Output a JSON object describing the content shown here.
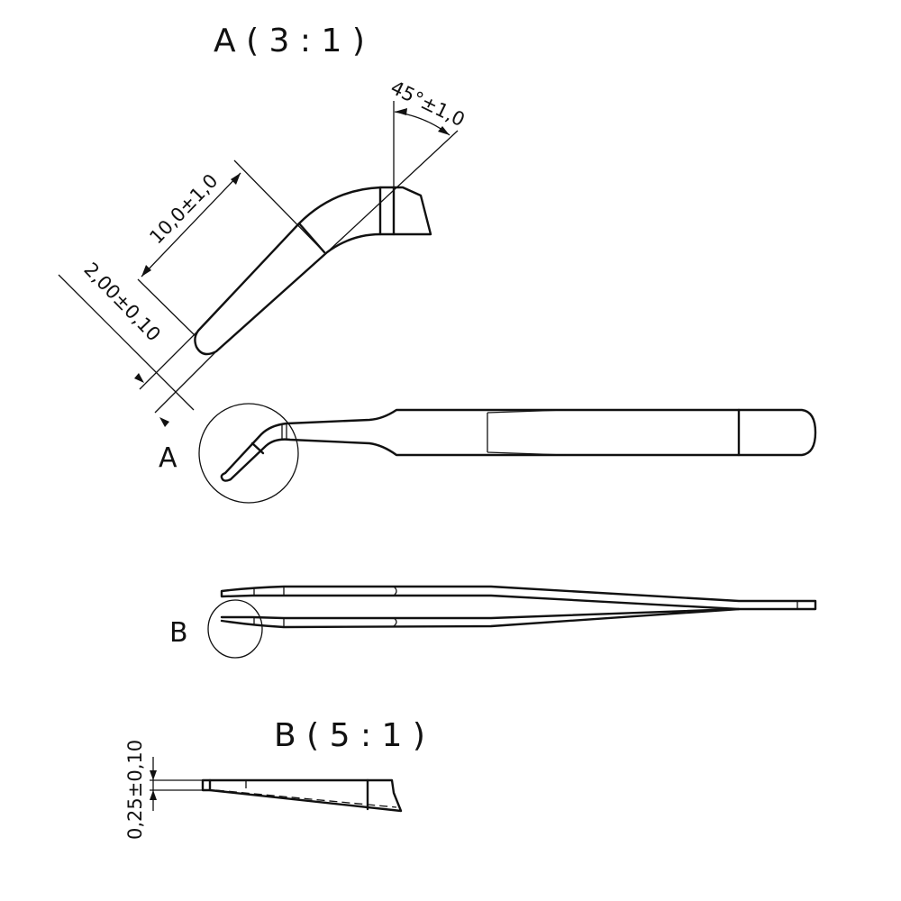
{
  "detail_a": {
    "title": "A ( 3 : 1 )",
    "angle_dim": "45°±1,0",
    "length_dim": "10,0±1,0",
    "width_dim": "2,00±0,10"
  },
  "views": {
    "label_a": "A",
    "label_b": "B"
  },
  "detail_b": {
    "title": "B ( 5 : 1 )",
    "thickness_dim": "0,25±0,10"
  }
}
